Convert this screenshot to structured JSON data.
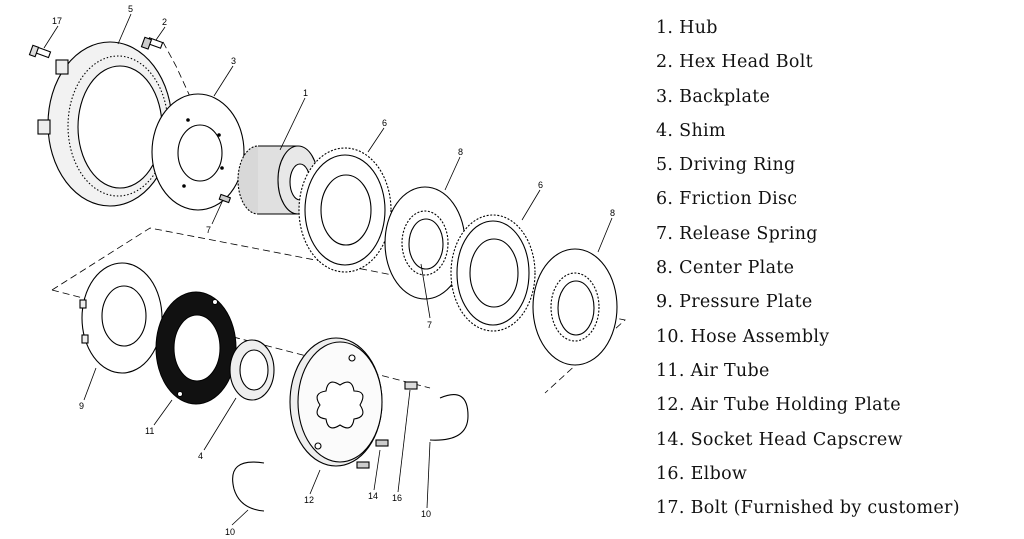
{
  "callouts": {
    "c17": "17",
    "c5": "5",
    "c2": "2",
    "c3": "3",
    "c1": "1",
    "c6a": "6",
    "c8a": "8",
    "c6b": "6",
    "c8b": "8",
    "c7a": "7",
    "c7b": "7",
    "c9": "9",
    "c11": "11",
    "c4": "4",
    "c12": "12",
    "c14": "14",
    "c16": "16",
    "c10a": "10",
    "c10b": "10"
  },
  "legend": [
    "1. Hub",
    "2. Hex Head Bolt",
    "3. Backplate",
    "4. Shim",
    "5. Driving Ring",
    "6. Friction Disc",
    "7. Release Spring",
    "8. Center Plate",
    "9. Pressure Plate",
    "10. Hose Assembly",
    "11. Air Tube",
    "12. Air Tube Holding Plate",
    "14. Socket Head Capscrew",
    "16. Elbow",
    "17. Bolt (Furnished by customer)"
  ]
}
